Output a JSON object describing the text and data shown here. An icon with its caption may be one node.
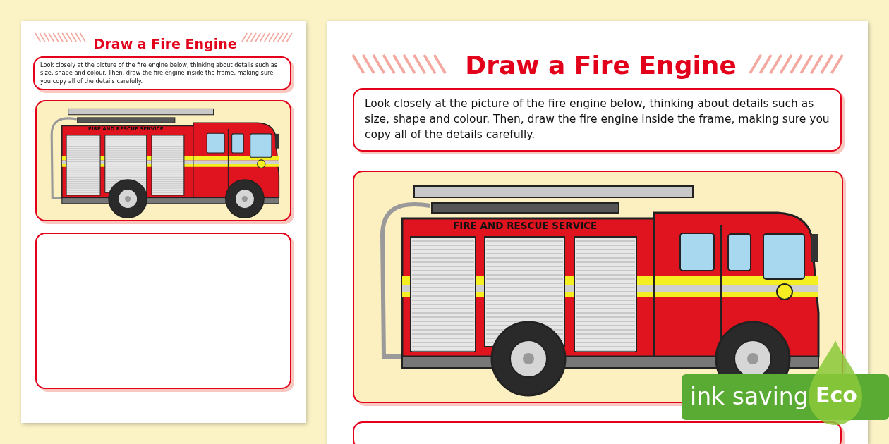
{
  "diagram": {
    "nodes": [
      {
        "text": [
          "Draw a Fire Engine"
        ]
      },
      {
        "text": [
          "Look closely at the picture of the fire engine below, thinking about details such as size, shape and colour. Then, draw the fire engine inside the frame, making sure you copy all of the details carefully."
        ],
        "in": 0
      },
      {
        "text": [
          "FIRE AND RESCUE SERVICE"
        ],
        "in": 0
      },
      {
        "text": [],
        "shape": "box",
        "in": 0
      },
      {
        "text": [
          "Draw a Fire Engine"
        ]
      },
      {
        "text": [
          "Look closely at the picture of the fire engine below, thinking about details such as size, shape and colour. Then, draw the fire engine inside the frame, making sure you copy all of the details carefully."
        ],
        "in": 4
      },
      {
        "text": [
          "FIRE AND RESCUE SERVICE"
        ],
        "in": 4
      },
      {
        "text": [],
        "shape": "box",
        "in": 4
      },
      {
        "text": [
          "ink saving",
          "Eco"
        ]
      }
    ]
  }
}
